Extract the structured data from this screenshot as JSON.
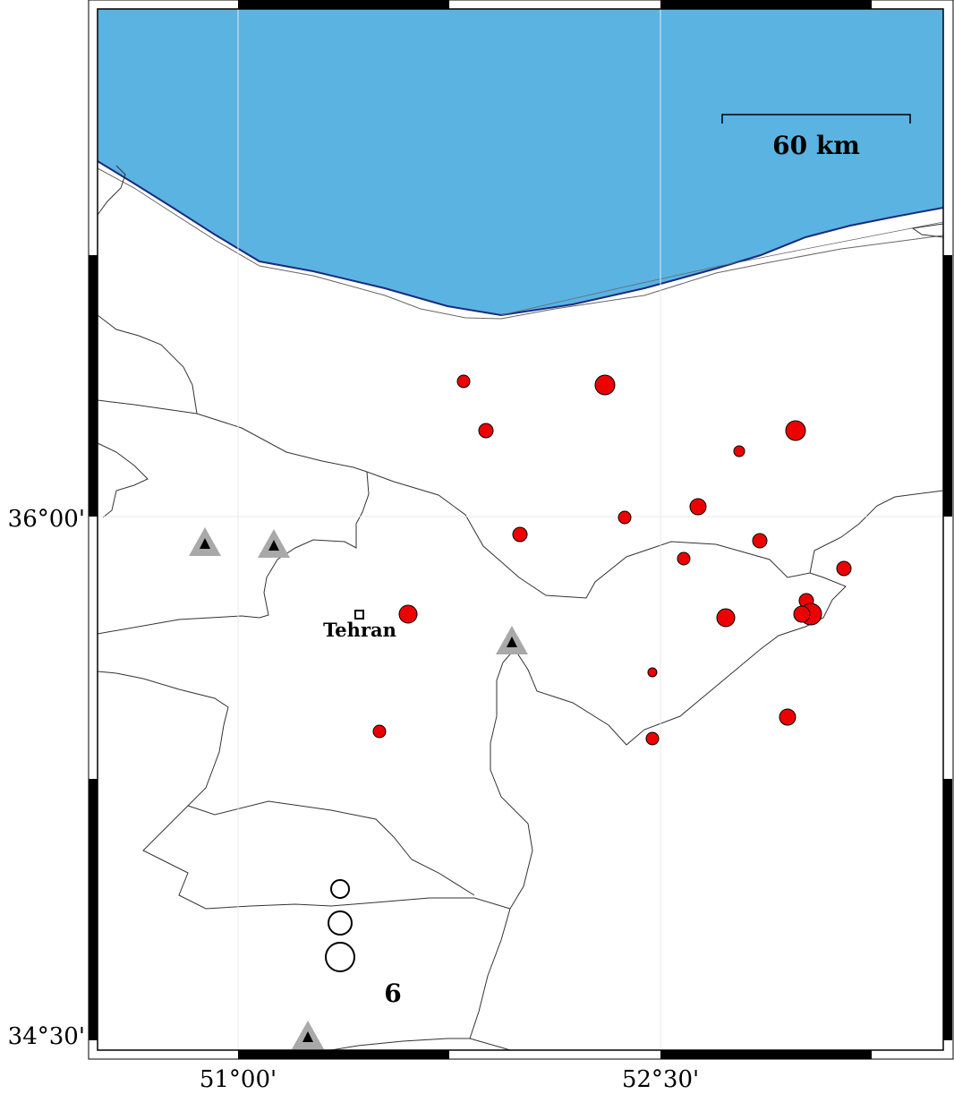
{
  "axis": {
    "y_labels": [
      "36°00'",
      "34°30'"
    ],
    "x_labels": [
      "51°00'",
      "52°30'"
    ]
  },
  "scale_bar": {
    "label": "60 km"
  },
  "city": {
    "name": "Tehran"
  },
  "legend": {
    "magnitude_label": "6"
  },
  "colors": {
    "sea": "#5AB3E1",
    "coast": "#1B2A80",
    "land": "#FFFFFF",
    "event": "#EE0000",
    "station_outer": "#A9A9A9",
    "station_inner": "#000000"
  },
  "icons": {
    "event": "red-circle",
    "station": "gray-triangle-with-black-core",
    "city": "small-square"
  }
}
